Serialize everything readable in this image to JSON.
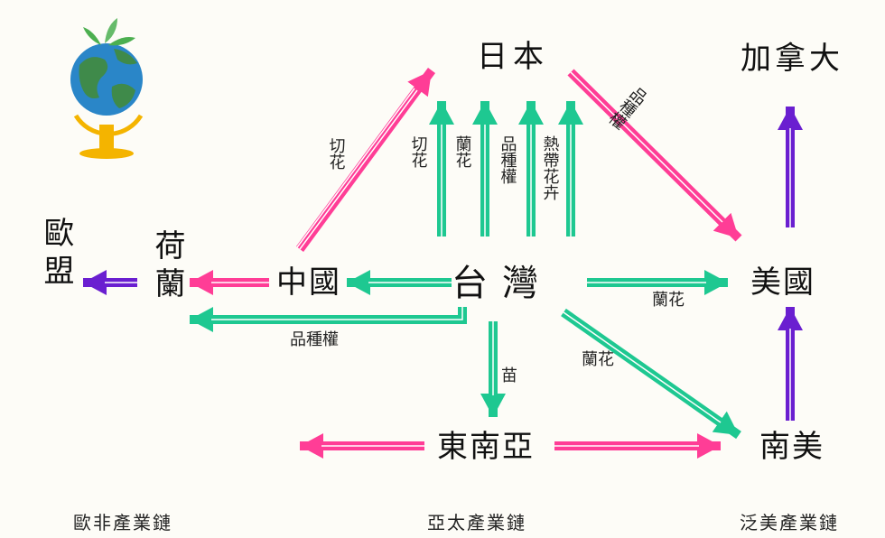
{
  "colors": {
    "pink": "#ff3d96",
    "green": "#1ec891",
    "purple": "#6a1fd0",
    "text": "#111111",
    "background": "#fdfcf7"
  },
  "icon": "globe-icon",
  "nodes": {
    "japan": "日本",
    "canada": "加拿大",
    "europe": "歐盟",
    "netherlands": "荷蘭",
    "china": "中國",
    "taiwan": "台灣",
    "usa": "美國",
    "southeast_asia": "東南亞",
    "south_america": "南美"
  },
  "edge_labels": {
    "china_japan": "切花",
    "tw_japan_1": "切花",
    "tw_japan_2": "蘭花",
    "tw_japan_3": "品種權",
    "tw_japan_4": "熱帶花卉",
    "japan_usa": "品種權",
    "tw_netherlands": "品種權",
    "tw_usa": "蘭花",
    "tw_sea": "苗",
    "tw_sa": "蘭花"
  },
  "footer": {
    "left": "歐非產業鏈",
    "center": "亞太產業鏈",
    "right": "泛美產業鏈"
  }
}
